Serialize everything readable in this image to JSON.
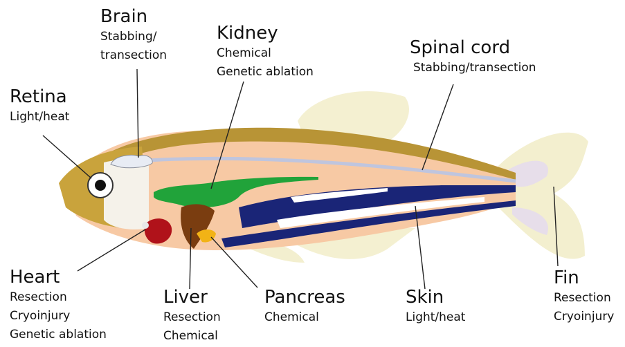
{
  "labels": {
    "brain": {
      "title": "Brain",
      "lines": [
        "Stabbing/",
        "transection"
      ]
    },
    "kidney": {
      "title": "Kidney",
      "lines": [
        "Chemical",
        "Genetic ablation"
      ]
    },
    "spinal": {
      "title": "Spinal cord",
      "lines": [
        "Stabbing/transection"
      ]
    },
    "retina": {
      "title": "Retina",
      "lines": [
        "Light/heat"
      ]
    },
    "heart": {
      "title": "Heart",
      "lines": [
        "Resection",
        "Cryoinjury",
        "Genetic ablation"
      ]
    },
    "liver": {
      "title": "Liver",
      "lines": [
        "Resection",
        "Chemical"
      ]
    },
    "pancreas": {
      "title": "Pancreas",
      "lines": [
        "Chemical"
      ]
    },
    "skin": {
      "title": "Skin",
      "lines": [
        "Light/heat"
      ]
    },
    "fin": {
      "title": "Fin",
      "lines": [
        "Resection",
        "Cryoinjury"
      ]
    }
  },
  "colors": {
    "body": "#f7c9a4",
    "dorsal": "#b89436",
    "stripe": "#1a2577",
    "fin": "#f3efcf",
    "fin_tint": "#e3d9f0",
    "kidney": "#21a33a",
    "liver": "#7a3d10",
    "heart": "#b0121a",
    "pancreas": "#f2b316",
    "head": "#c9a33c"
  }
}
